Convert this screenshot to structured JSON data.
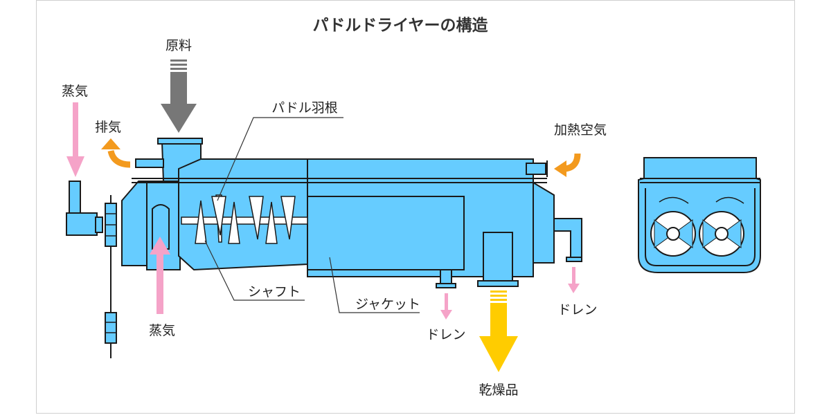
{
  "title": "パドルドライヤーの構造",
  "labels": {
    "raw_material": "原料",
    "steam_left": "蒸気",
    "exhaust": "排気",
    "paddle_blade": "パドル羽根",
    "heated_air": "加熱空気",
    "shaft": "シャフト",
    "jacket": "ジャケット",
    "steam_bottom": "蒸気",
    "drain_center": "ドレン",
    "drain_right": "ドレン",
    "dried_product": "乾燥品"
  },
  "colors": {
    "body": "#66ccff",
    "outline": "#1a1a1a",
    "steam_arrow": "#f5a3c8",
    "air_arrow": "#f39a1e",
    "raw_arrow": "#777777",
    "product_arrow": "#ffcc00"
  }
}
